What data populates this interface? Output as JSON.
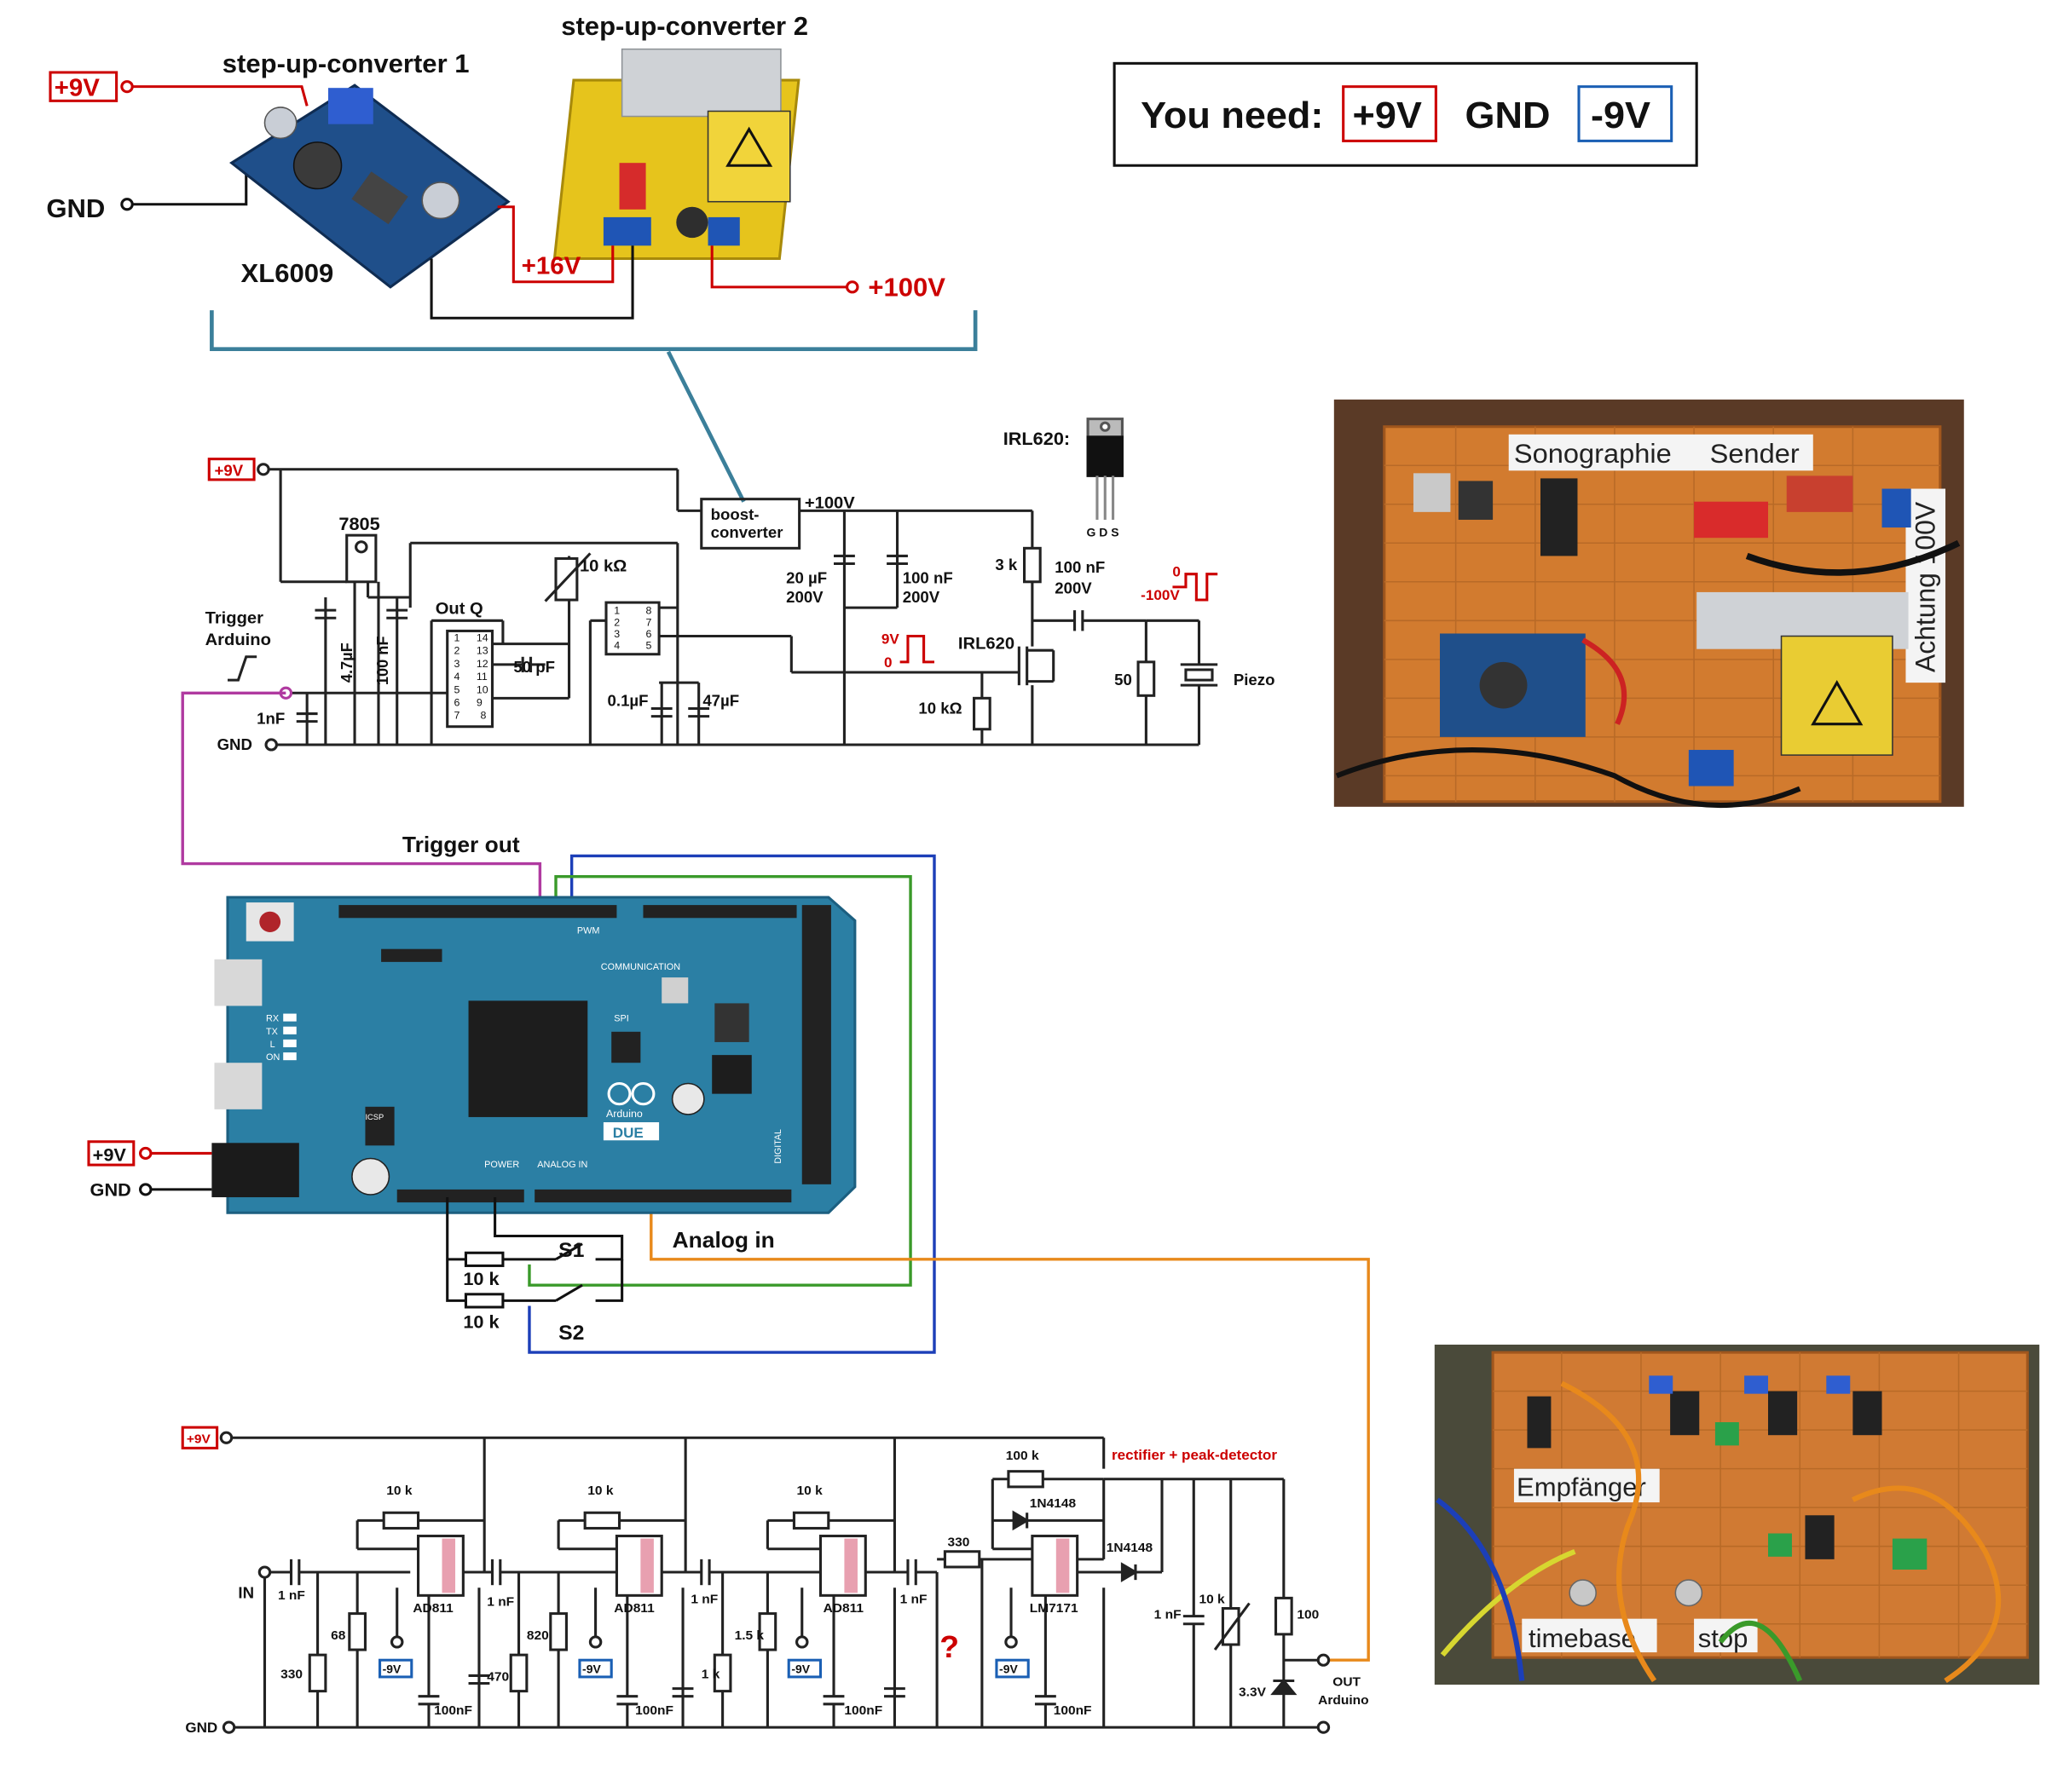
{
  "power": {
    "plus9": "+9V",
    "gnd": "GND",
    "minus9": "-9V",
    "plus16": "+16V",
    "plus100": "+100V",
    "minus100": "-100V",
    "zero": "0",
    "nine_v": "9V"
  },
  "converters": {
    "conv1_title": "step-up-converter 1",
    "conv2_title": "step-up-converter 2",
    "chip": "XL6009"
  },
  "need_box": {
    "prefix": "You need:",
    "plus9": "+9V",
    "gnd": "GND",
    "minus9": "-9V"
  },
  "sender": {
    "reg": "7805",
    "boost": [
      "boost-",
      "converter"
    ],
    "irl_label": "IRL620:",
    "gds": "G D S",
    "pot": "10 kΩ",
    "trigger": [
      "Trigger",
      "Arduino"
    ],
    "out_q": "Out Q",
    "c_4u7": "4.7µF",
    "c_100n": "100 nF",
    "c_1n": "1nF",
    "c_50p": "50 pF",
    "c_01u": "0.1µF",
    "c_47u": "47µF",
    "c_20u": [
      "20 µF",
      "200V"
    ],
    "c_100n_200": [
      "100 nF",
      "200V"
    ],
    "r_3k": "3 k",
    "c_100n_out": [
      "100 nF",
      "200V"
    ],
    "mosfet": "IRL620",
    "r_10k": "10 kΩ",
    "r_50": "50",
    "piezo": "Piezo",
    "ic556_pins_l": [
      "1",
      "2",
      "3",
      "4",
      "5",
      "6",
      "7"
    ],
    "ic556_pins_r": [
      "14",
      "13",
      "12",
      "11",
      "10",
      "9",
      "8"
    ],
    "ic555_pins_l": [
      "1",
      "2",
      "3",
      "4"
    ],
    "ic555_pins_r": [
      "8",
      "7",
      "6",
      "5"
    ]
  },
  "arduino": {
    "trigger_out": "Trigger out",
    "analog_in": "Analog in",
    "s1": "S1",
    "s2": "S2",
    "r1": "10 k",
    "r2": "10 k",
    "board_name": "DUE",
    "brand": "Arduino",
    "silk": [
      "PWM",
      "COMMUNICATION",
      "POWER",
      "ANALOG IN",
      "DIGITAL",
      "SPI",
      "ICSP"
    ],
    "leds": [
      "RX",
      "TX",
      "L",
      "ON"
    ]
  },
  "receiver": {
    "title": "rectifier + peak-detector",
    "in": "IN",
    "out": [
      "OUT",
      "Arduino"
    ],
    "amp": "AD811",
    "lm": "LM7171",
    "diode": "1N4148",
    "c1n": "1 nF",
    "c100n": "100nF",
    "pot10k": "10 k",
    "pot100k": "100 k",
    "r330": "330",
    "r68": "68",
    "r470": "470",
    "r820": "820",
    "r15k": "1.5 k",
    "r1k": "1 k",
    "r330b": "330",
    "r100": "100",
    "zener": "3.3V",
    "question": "?"
  },
  "photos": {
    "sender_label1": "Sonographie",
    "sender_label2": "Sender",
    "sender_label3": "Achtung 100V",
    "rx_label1": "Empfänger",
    "rx_label2": "timebase",
    "rx_label3": "stop"
  },
  "colors": {
    "red": "#cc1111",
    "blue": "#1a5fb4",
    "teal": "#3b7f9a",
    "magenta": "#b03aa0",
    "green": "#3a9a2a",
    "orange": "#e8891b",
    "navy": "#1c3fb8",
    "pcb": "#2b7fa4"
  }
}
